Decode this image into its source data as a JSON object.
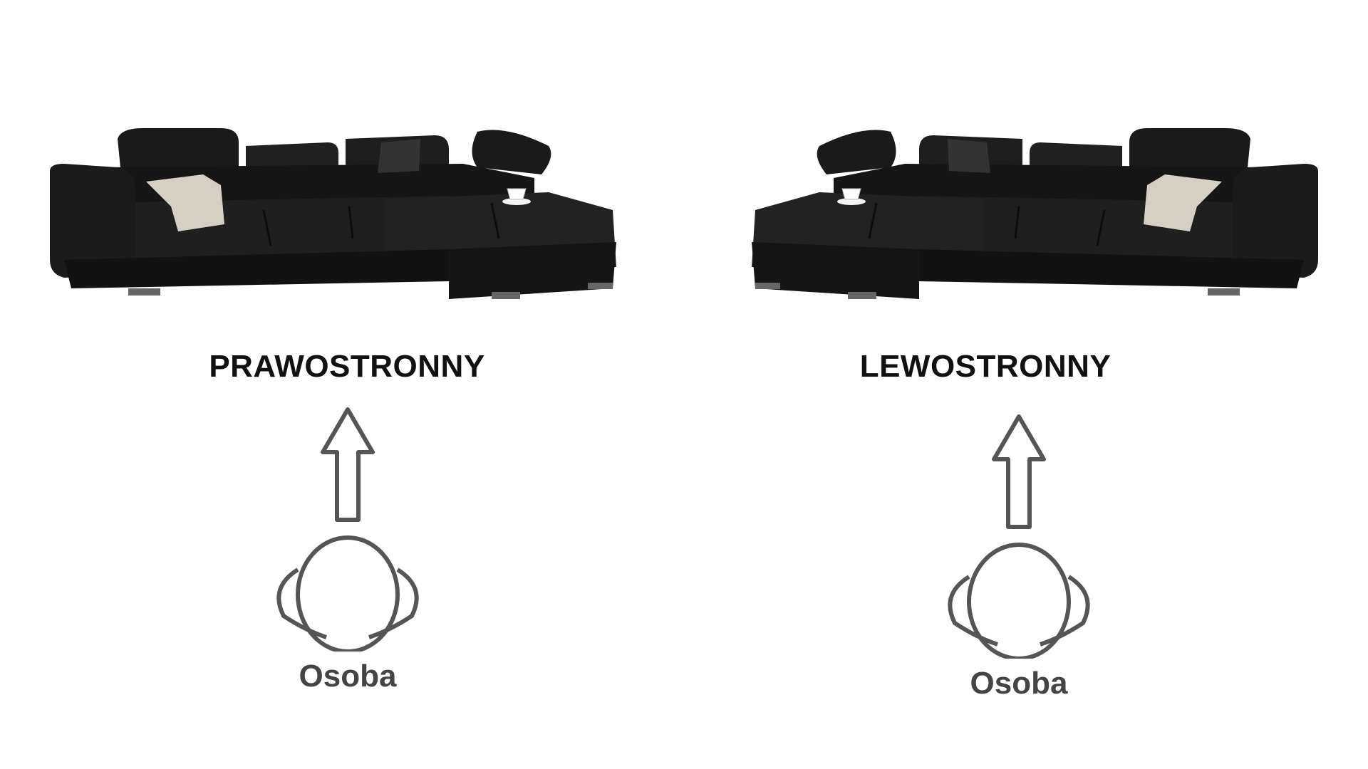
{
  "panels": [
    {
      "orientation_label": "PRAWOSTRONNY",
      "person_label": "Osoba"
    },
    {
      "orientation_label": "LEWOSTRONNY",
      "person_label": "Osoba"
    }
  ],
  "colors": {
    "background": "#ffffff",
    "sofa": "#1c1c1c",
    "sofa_shadow": "#0e0e0e",
    "throw_blanket": "#d6d0c4",
    "diagram_stroke": "#555555"
  },
  "icons": [
    "corner-sofa-image",
    "arrow-up-icon",
    "person-head-icon"
  ]
}
